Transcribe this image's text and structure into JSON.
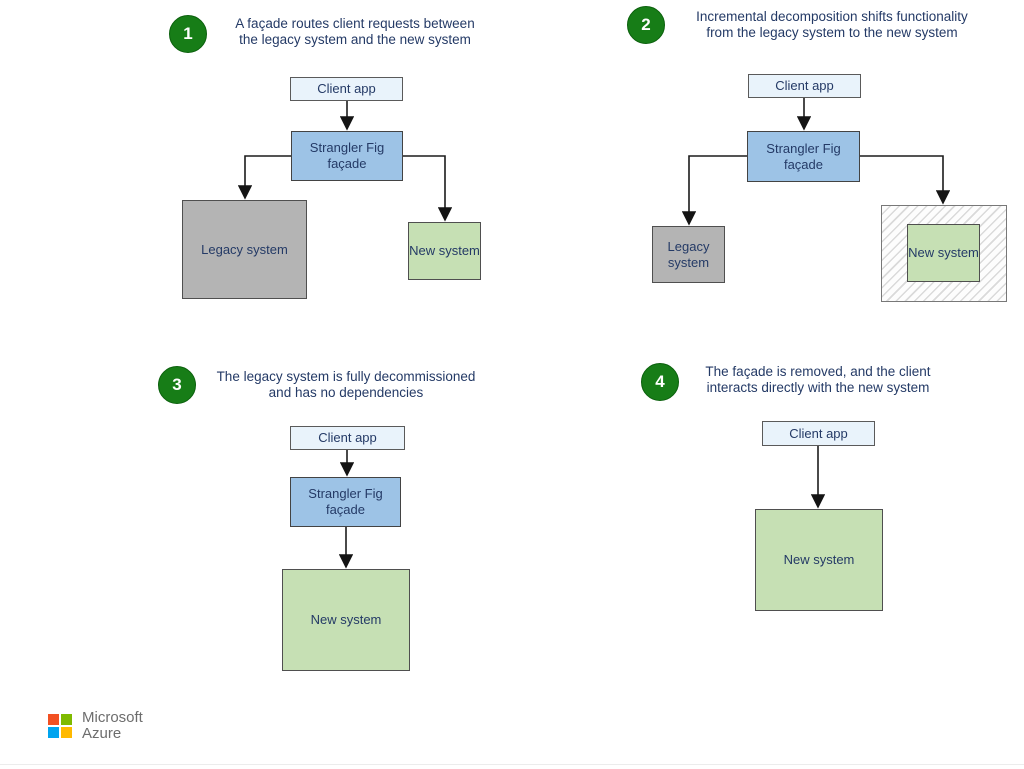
{
  "title": "Strangler Fig pattern diagram",
  "colors": {
    "facade_fill": "#9dc3e6",
    "client_fill": "#e9f3fb",
    "new_system_fill": "#c6e0b4",
    "legacy_fill": "#b4b4b4",
    "step_badge_green": "#177d17",
    "text_navy": "#243a66",
    "ms_red": "#f25022",
    "ms_green": "#7fba00",
    "ms_blue": "#00a4ef",
    "ms_yellow": "#ffb900"
  },
  "panels": [
    {
      "number": "1",
      "caption_line1": "A façade routes client requests between",
      "caption_line2": "the legacy system and the new system",
      "client_label": "Client app",
      "facade_label_line1": "Strangler Fig",
      "facade_label_line2": "façade",
      "legacy_label": "Legacy system",
      "new_label": "New system"
    },
    {
      "number": "2",
      "caption_line1": "Incremental decomposition shifts functionality",
      "caption_line2": "from the legacy system to the new system",
      "client_label": "Client app",
      "facade_label_line1": "Strangler Fig",
      "facade_label_line2": "façade",
      "legacy_label": "Legacy system",
      "new_label": "New system"
    },
    {
      "number": "3",
      "caption_line1": "The legacy system is fully decommissioned",
      "caption_line2": "and has no dependencies",
      "client_label": "Client app",
      "facade_label_line1": "Strangler Fig",
      "facade_label_line2": "façade",
      "new_label": "New system"
    },
    {
      "number": "4",
      "caption_line1": "The façade is removed, and the client",
      "caption_line2": "interacts directly with the new system",
      "client_label": "Client app",
      "new_label": "New system"
    }
  ],
  "footer": {
    "brand_line1": "Microsoft",
    "brand_line2": "Azure"
  }
}
